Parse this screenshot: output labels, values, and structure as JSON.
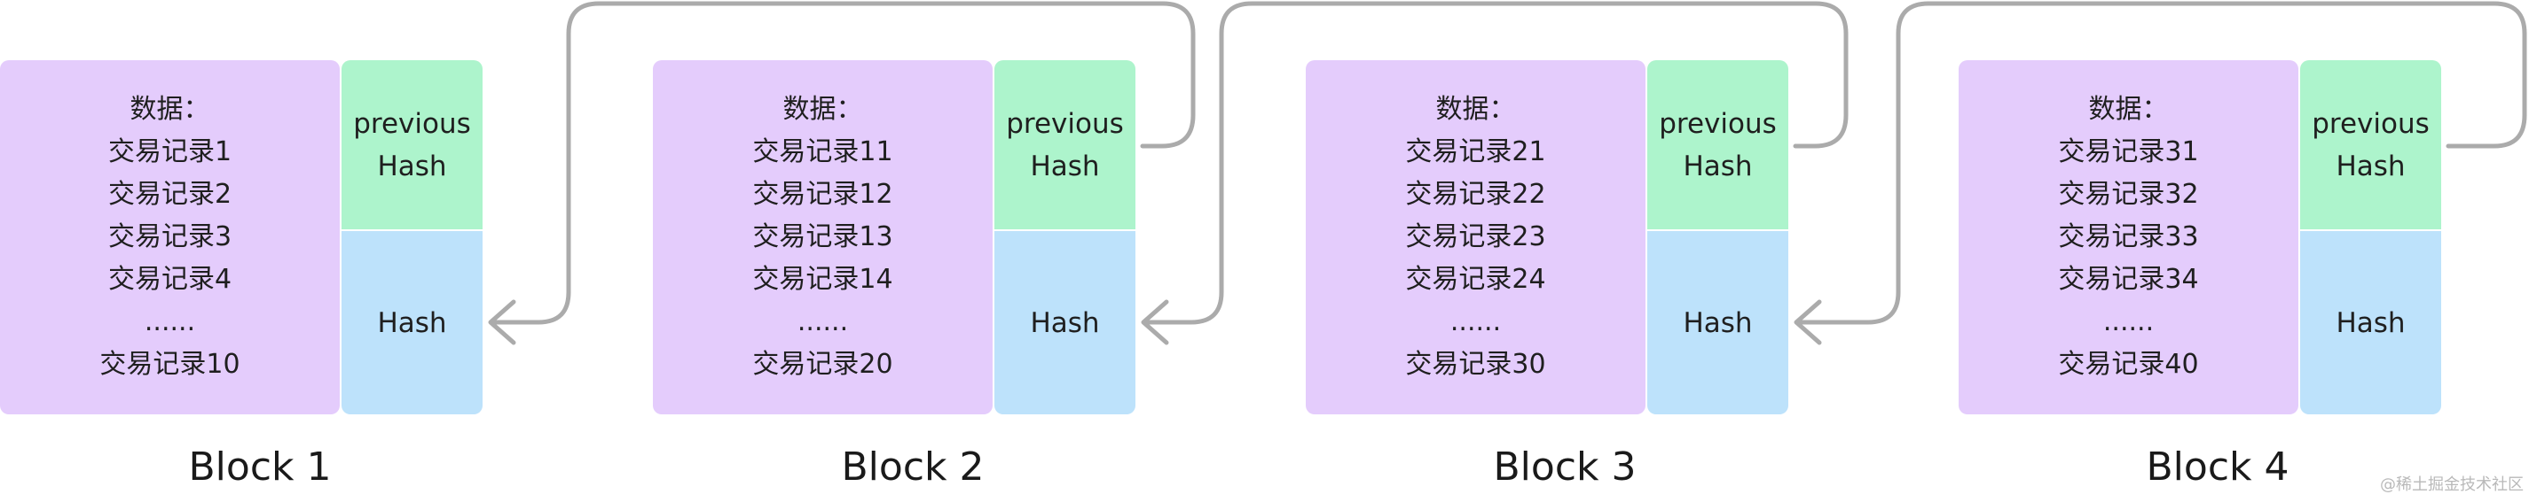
{
  "blocks": [
    {
      "data_lines": [
        "数据：",
        "交易记录1",
        "交易记录2",
        "交易记录3",
        "交易记录4",
        "......",
        "交易记录10"
      ],
      "previous_hash_label": "previousHash",
      "hash_label": "Hash",
      "title": "Block 1"
    },
    {
      "data_lines": [
        "数据：",
        "交易记录11",
        "交易记录12",
        "交易记录13",
        "交易记录14",
        "......",
        "交易记录20"
      ],
      "previous_hash_label": "previousHash",
      "hash_label": "Hash",
      "title": "Block 2"
    },
    {
      "data_lines": [
        "数据：",
        "交易记录21",
        "交易记录22",
        "交易记录23",
        "交易记录24",
        "......",
        "交易记录30"
      ],
      "previous_hash_label": "previousHash",
      "hash_label": "Hash",
      "title": "Block 3"
    },
    {
      "data_lines": [
        "数据：",
        "交易记录31",
        "交易记录32",
        "交易记录33",
        "交易记录34",
        "......",
        "交易记录40"
      ],
      "previous_hash_label": "previousHash",
      "hash_label": "Hash",
      "title": "Block 4"
    }
  ],
  "watermark": "@稀土掘金技术社区",
  "colors": {
    "data": "#e4ccfc",
    "previous_hash": "#adf4cc",
    "hash": "#bde2fb",
    "arrow": "#ababab"
  }
}
